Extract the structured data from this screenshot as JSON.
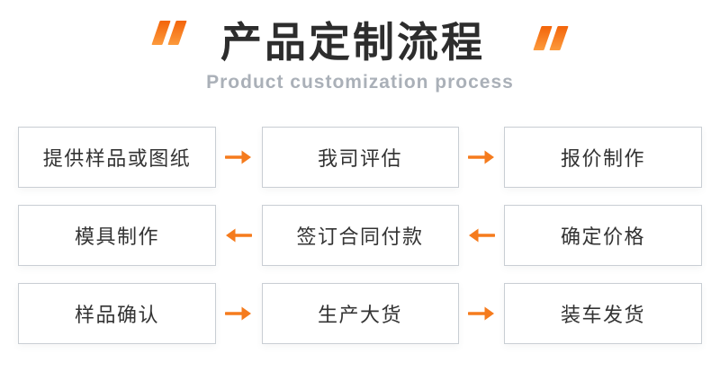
{
  "header": {
    "title": "产品定制流程",
    "subtitle": "Product customization process"
  },
  "colors": {
    "accent_orange": "#f57b1d",
    "quote_top": "#f3640a",
    "quote_bottom": "#fc9a3c",
    "box_border": "#c9ced4",
    "box_text": "#333333",
    "title_text": "#2d2d2d",
    "subtitle_text": "#aab0b8"
  },
  "flow": {
    "rows": [
      {
        "direction": "right",
        "steps": [
          "提供样品或图纸",
          "我司评估",
          "报价制作"
        ]
      },
      {
        "direction": "left",
        "steps": [
          "模具制作",
          "签订合同付款",
          "确定价格"
        ]
      },
      {
        "direction": "right",
        "steps": [
          "样品确认",
          "生产大货",
          "装车发货"
        ]
      }
    ]
  }
}
